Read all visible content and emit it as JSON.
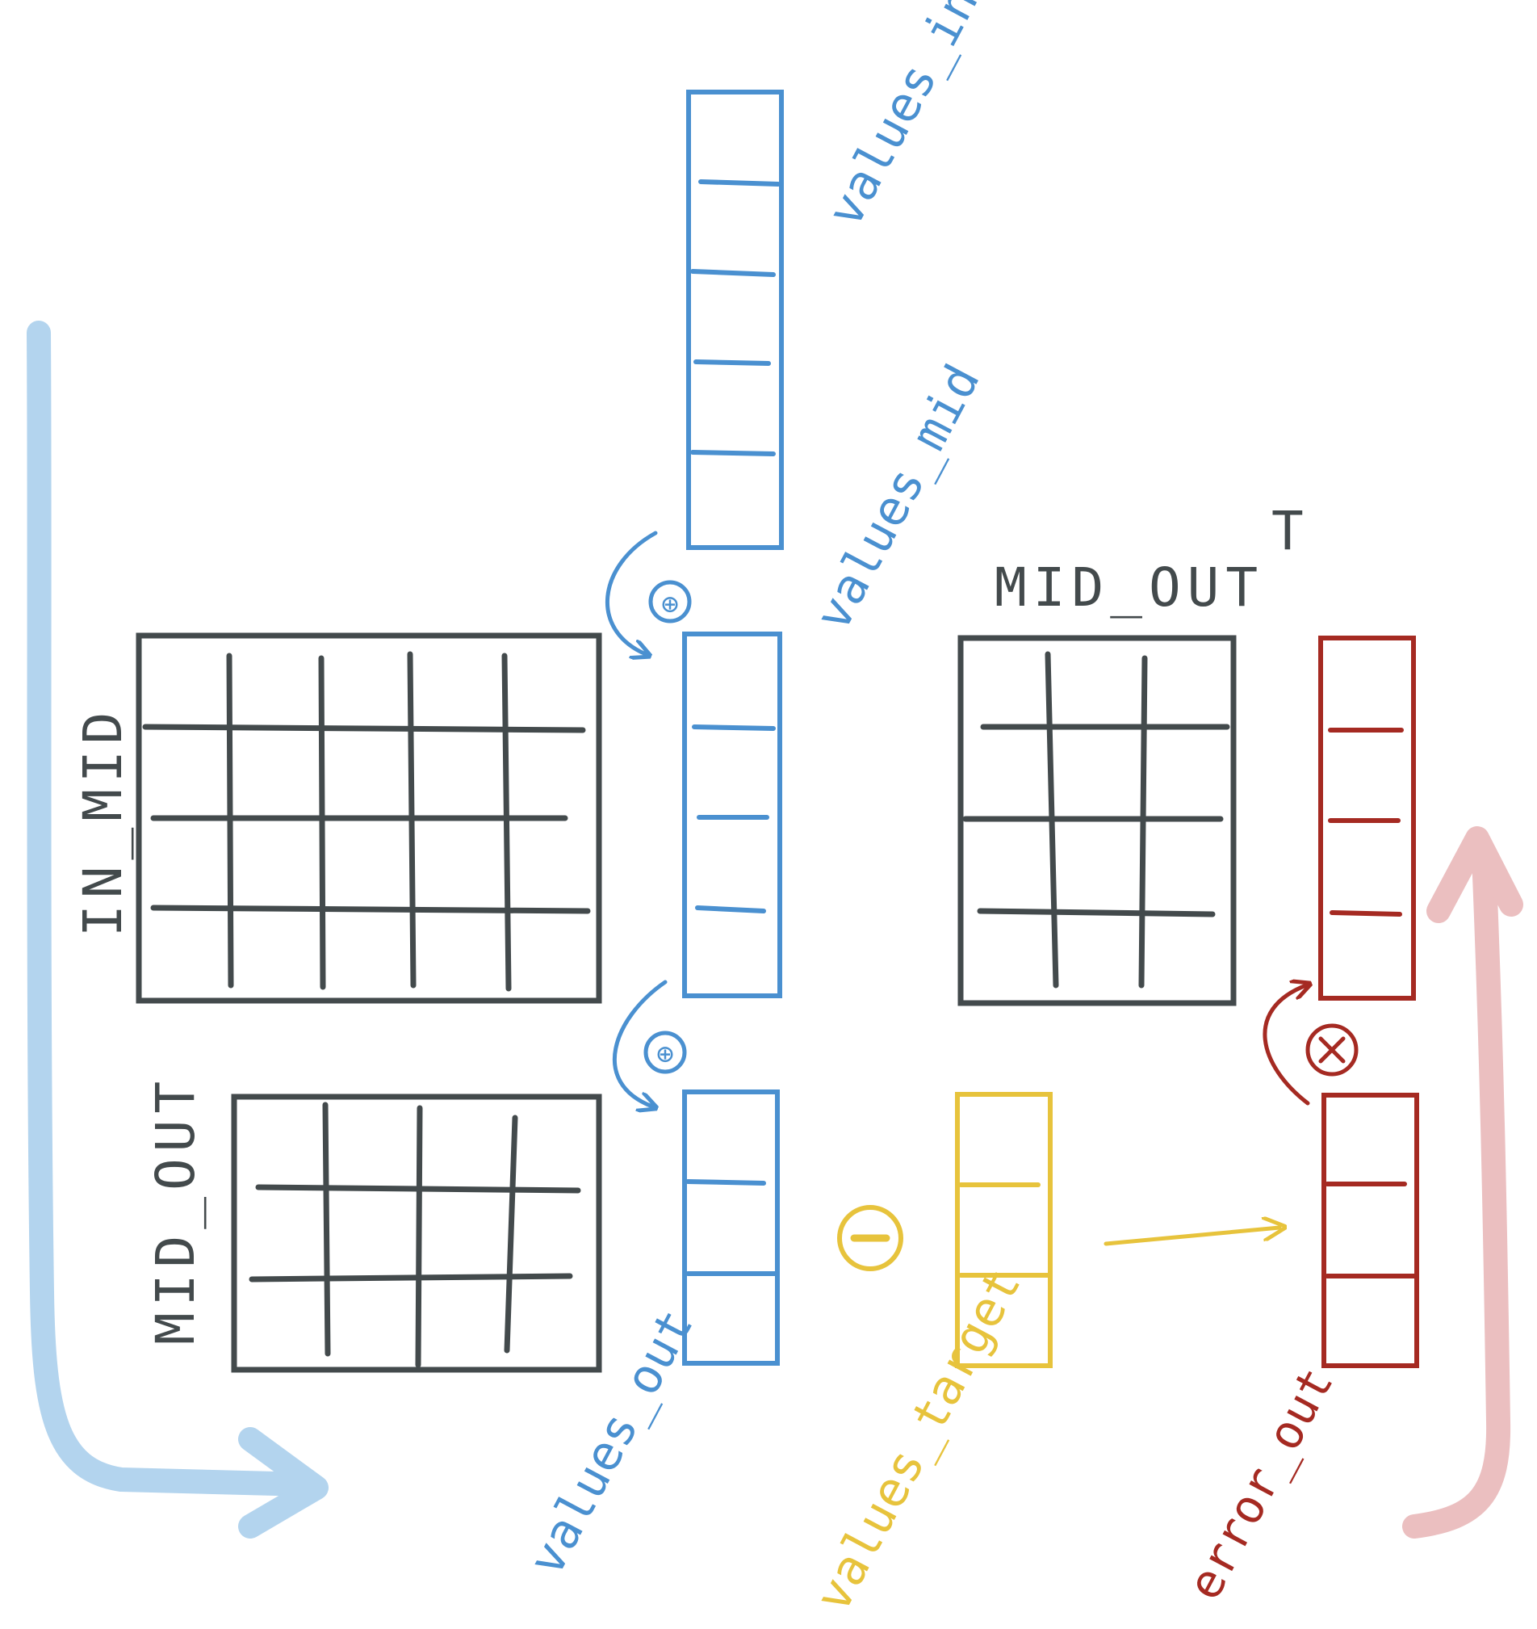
{
  "colors": {
    "blue": "#4a90d0",
    "light_blue": "#b3d4ee",
    "yellow": "#e7c33c",
    "red": "#a52a22",
    "light_red": "#ebbfc0",
    "dark": "#434a4c"
  },
  "labels": {
    "values_in": "values_in",
    "values_mid": "values_mid",
    "values_out": "values_out",
    "values_target": "values_target",
    "error_out": "error_out",
    "in_mid": "IN_MID",
    "mid_out": "MID_OUT",
    "mid_out_t": "MID_OUT",
    "transpose_mark": "T"
  },
  "operators": {
    "matmul_1": "⊕",
    "matmul_2": "⊕",
    "subtract": "⊖",
    "multiply": "⊗"
  }
}
